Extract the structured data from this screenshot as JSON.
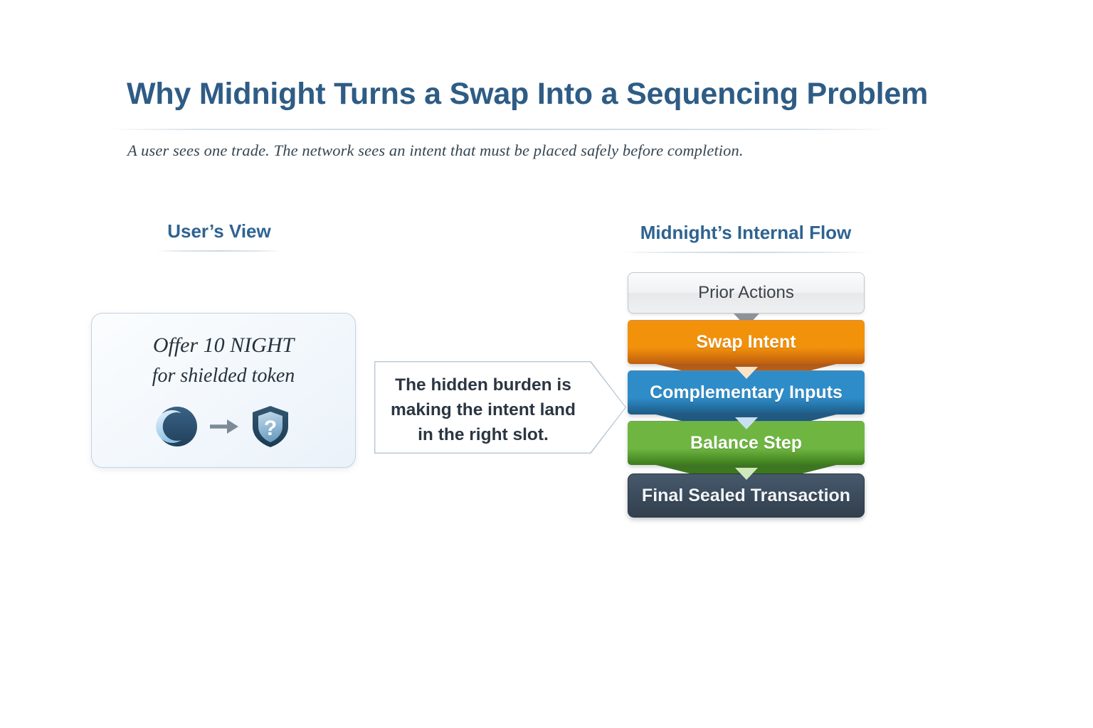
{
  "header": {
    "title": "Why Midnight Turns a Swap Into a Sequencing Problem",
    "subtitle": "A user sees one trade.  The network sees an intent that must be placed safely before completion."
  },
  "columns": {
    "left_heading": "User’s View",
    "right_heading": "Midnight’s Internal Flow"
  },
  "user_card": {
    "line1": "Offer 10 NIGHT",
    "line2": "for shielded token",
    "from_icon": "moon-icon",
    "arrow_icon": "right-arrow-icon",
    "to_icon": "shield-question-icon"
  },
  "callout": {
    "text": "The hidden burden is making the intent land in the right slot.",
    "line1": "The hidden burden is",
    "line2": "making the intent land",
    "line3": "in the right slot."
  },
  "flow": {
    "top_node": {
      "label": "Prior Actions",
      "fill": "#eff0f1",
      "text_color": "#3b4349"
    },
    "steps": [
      {
        "label": "Swap Intent",
        "fill": "#F2910A",
        "tail": "#BF5E11",
        "tri": "#FBE3C6"
      },
      {
        "label": "Complementary Inputs",
        "fill": "#2E8CC8",
        "tail": "#1D5A85",
        "tri": "#C8E0F2"
      },
      {
        "label": "Balance Step",
        "fill": "#6EB641",
        "tail": "#3C7A1B",
        "tri": "#CFE9BC"
      }
    ],
    "final_node": {
      "label": "Final Sealed Transaction",
      "fill": "#3B4C5D",
      "text_color": "#f2f5f8"
    }
  },
  "palette": {
    "title_blue": "#2E5C85",
    "heading_blue": "#2E6391",
    "card_bg": "#F2F7FC",
    "card_border": "#C3D3E0",
    "page_bg": "#FFFFFF"
  }
}
